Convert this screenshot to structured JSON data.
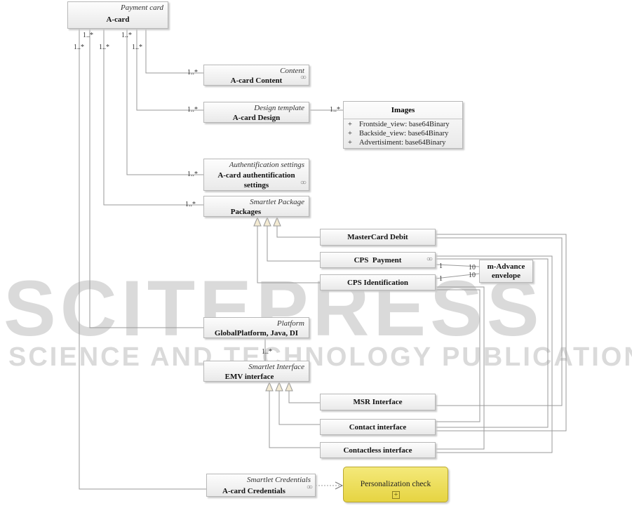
{
  "watermark": {
    "title": "SCITEPRESS",
    "subtitle": "SCIENCE AND TECHNOLOGY PUBLICATIONS"
  },
  "classes": {
    "acard": {
      "stereotype": "Payment card",
      "name": "A-card"
    },
    "content": {
      "stereotype": "Content",
      "name": "A-card Content"
    },
    "design": {
      "stereotype": "Design template",
      "name": "A-card Design"
    },
    "images": {
      "name": "Images",
      "attributes": [
        {
          "vis": "+",
          "text": "Frontside_view: base64Binary"
        },
        {
          "vis": "+",
          "text": "Backside_view: base64Binary"
        },
        {
          "vis": "+",
          "text": "Advertisiment: base64Binary"
        }
      ]
    },
    "auth": {
      "stereotype": "Authentification settings",
      "name_line1": "A-card authentification",
      "name_line2": "settings"
    },
    "packages": {
      "stereotype": "Smartlet Package",
      "name": "Packages"
    },
    "mastercard": {
      "name": "MasterCard Debit"
    },
    "cps_payment": {
      "name": "CPS  Payment"
    },
    "cps_ident": {
      "name": "CPS Identification"
    },
    "envelope": {
      "name_line1": "m-Advance",
      "name_line2": "envelope"
    },
    "platform": {
      "stereotype": "Platform",
      "name": "GlobalPlatform, Java, DI"
    },
    "emv": {
      "stereotype": "Smartlet Interface",
      "name": "EMV interface"
    },
    "msr": {
      "name": "MSR Interface"
    },
    "contact": {
      "name": "Contact interface"
    },
    "contactless": {
      "name": "Contactless interface"
    },
    "credentials": {
      "stereotype": "Smartlet Credentials",
      "name": "A-card Credentials"
    },
    "personalization": {
      "name": "Personalization check"
    }
  },
  "multiplicities": {
    "many": "1..*",
    "one": "1",
    "ten": "10"
  },
  "icons": {
    "glasses": "○○",
    "plus": "+"
  }
}
